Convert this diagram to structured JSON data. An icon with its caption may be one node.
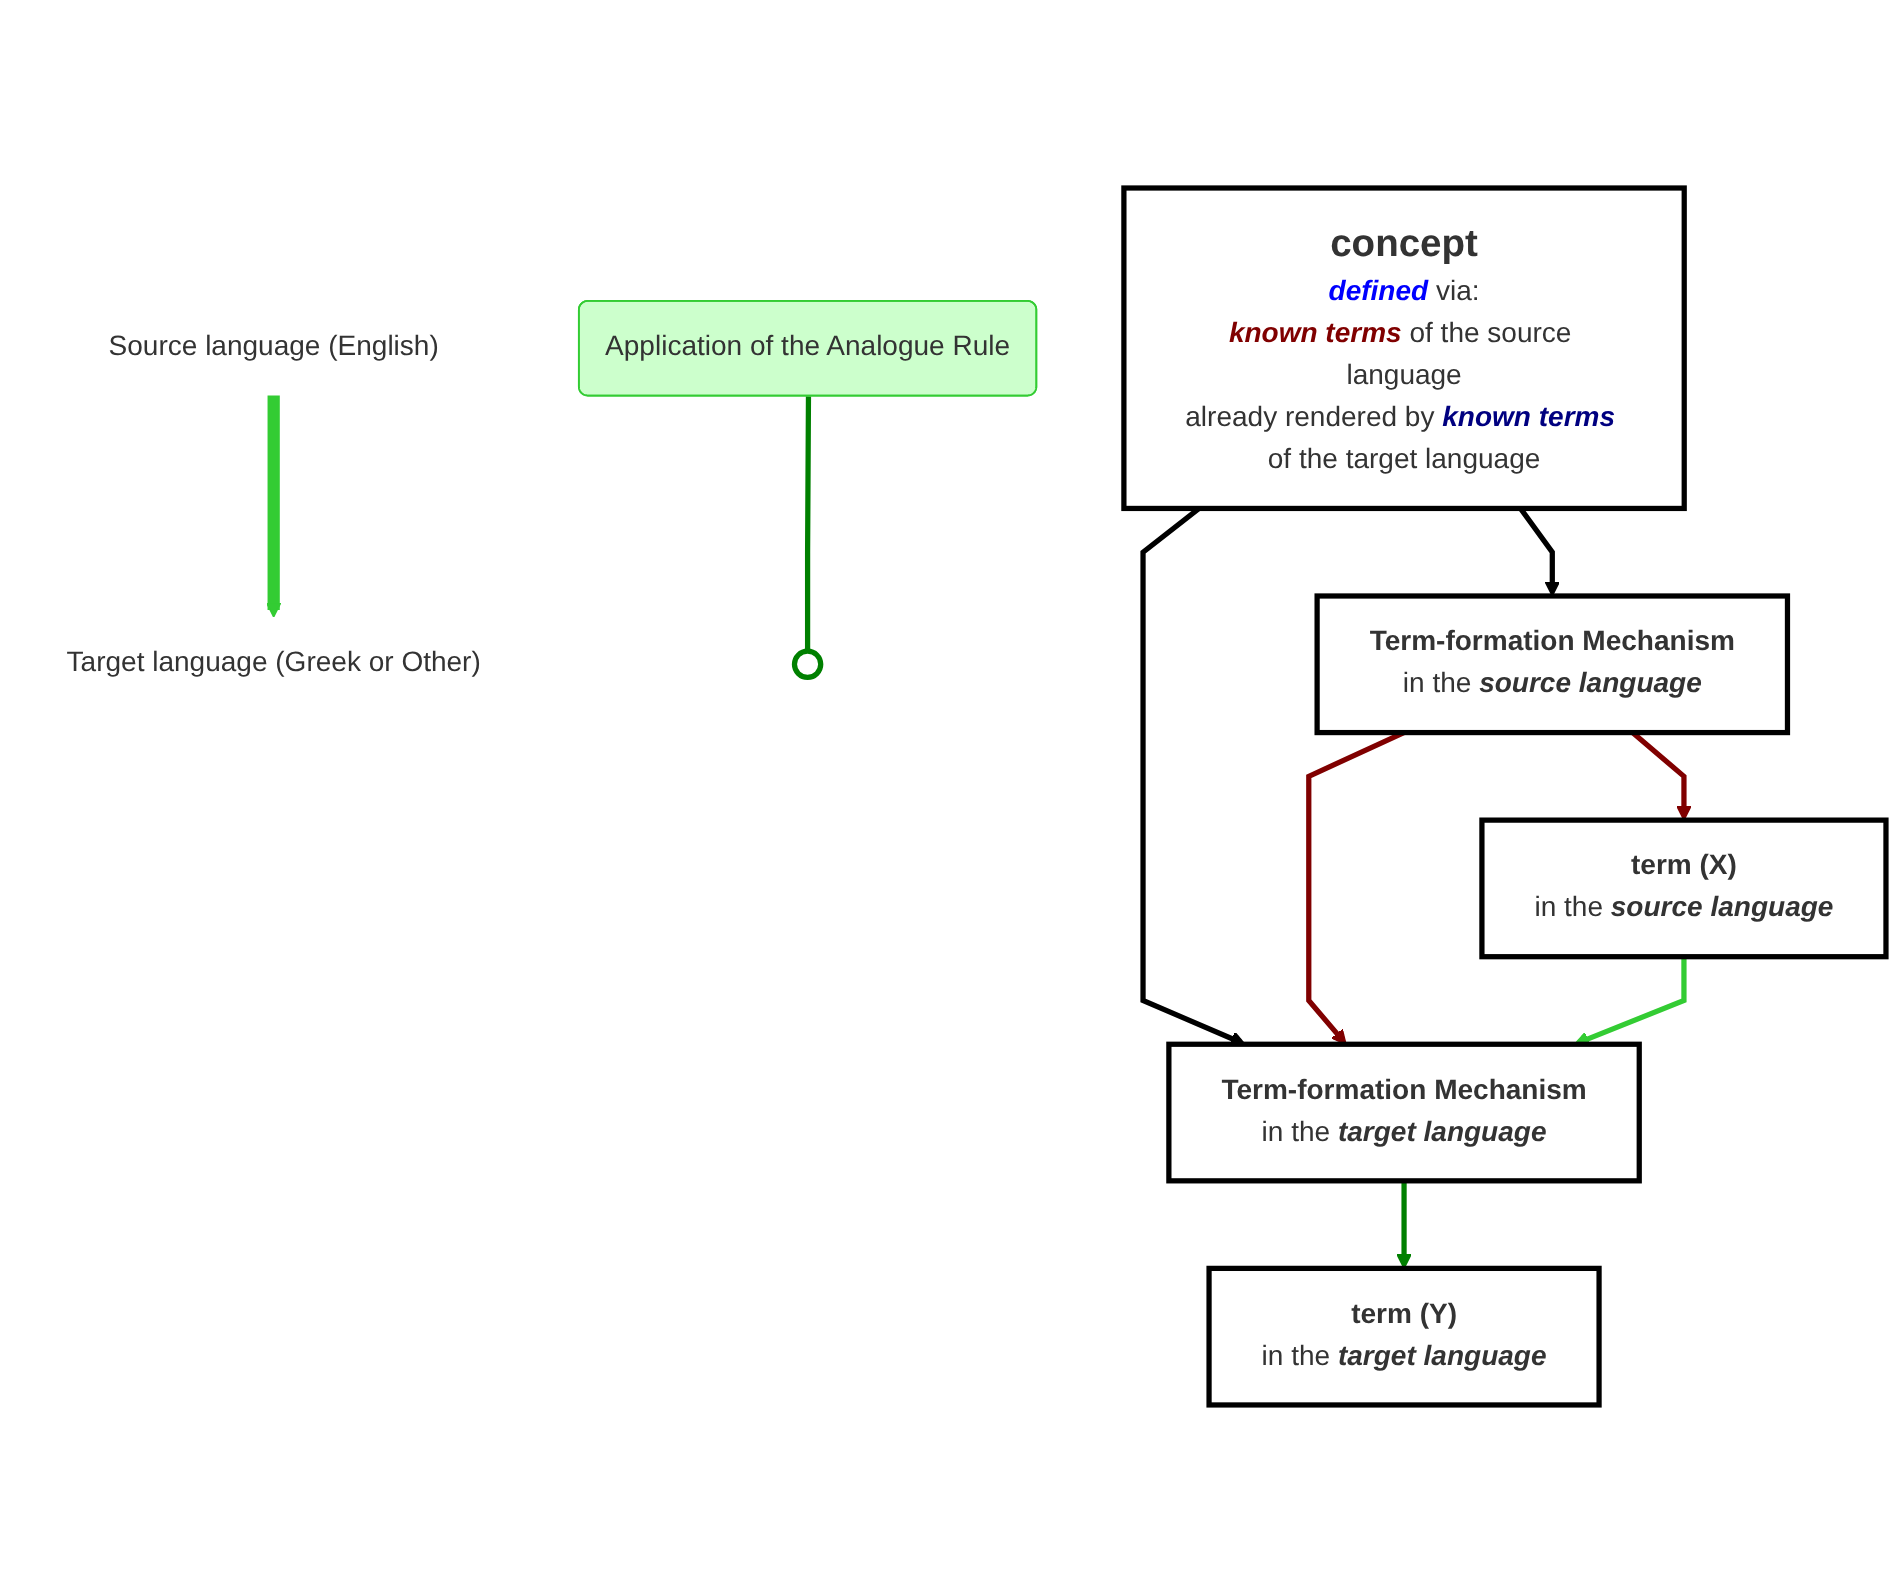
{
  "diagram": {
    "nodes": [
      {
        "text": [
          "Source language (English)"
        ]
      },
      {
        "text": [
          "Target language (Greek or Other)"
        ]
      },
      {
        "text": [
          "concept",
          "**defined** via:",
          "**known terms** of the source language",
          "already rendered by **known terms** of the target language"
        ]
      },
      {
        "text": [
          "Application of the Analogue Rule"
        ]
      },
      {
        "text": [],
        "shape": "circle"
      },
      {
        "text": [
          "Term-formation Mechanism",
          "in the **source language**"
        ]
      },
      {
        "text": [
          "Term-formation Mechanism",
          "in the **target language**"
        ]
      },
      {
        "text": [
          "term (X)",
          "in the **source language**"
        ]
      },
      {
        "text": [
          "term (Y)",
          "in the **target language**"
        ]
      }
    ],
    "edges": [
      {
        "from": 0,
        "to": 1,
        "arrow": "to",
        "style": "thick",
        "color": "#33cc33"
      },
      {
        "from": 2,
        "to": 5,
        "arrow": "to",
        "color": "#000000"
      },
      {
        "from": 2,
        "to": 6,
        "arrow": "to",
        "color": "#000000"
      },
      {
        "from": 3,
        "to": 4,
        "arrow": "none",
        "color": "#008000"
      },
      {
        "from": 5,
        "to": 6,
        "arrow": "to",
        "color": "#800000"
      },
      {
        "from": 7,
        "to": 6,
        "arrow": "to",
        "color": "#33cc33"
      },
      {
        "from": 5,
        "to": 7,
        "arrow": "to",
        "color": "#800000"
      },
      {
        "from": 6,
        "to": 8,
        "arrow": "to",
        "color": "#008000"
      }
    ]
  }
}
